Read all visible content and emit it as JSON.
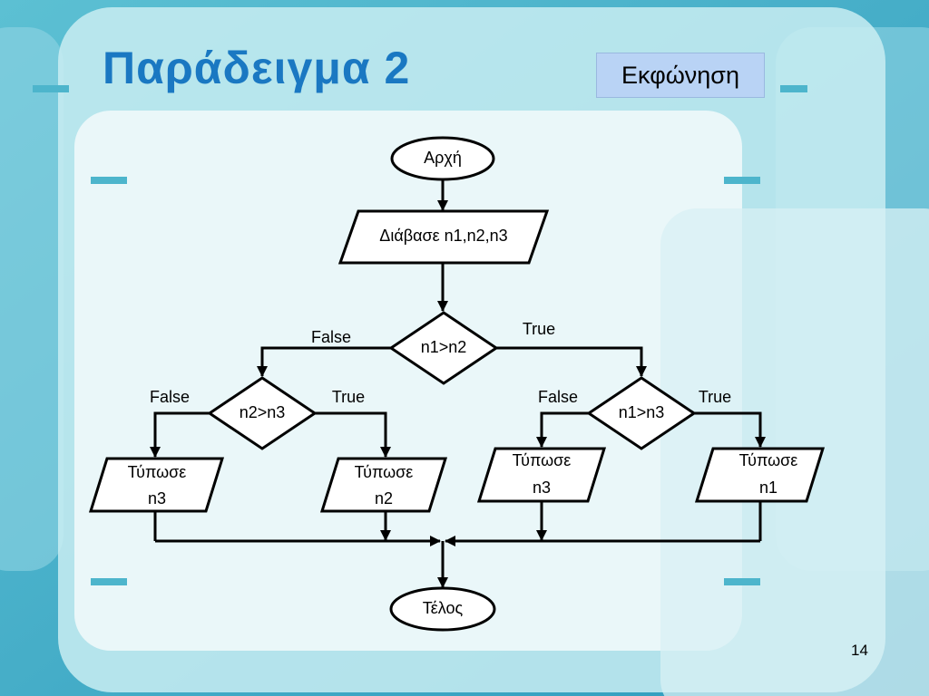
{
  "slide": {
    "title": "Παράδειγμα 2",
    "statement_button": "Εκφώνηση",
    "page_number": "14"
  },
  "flowchart": {
    "start": "Αρχή",
    "input": "Διάβασε n1,n2,n3",
    "decision_main": "n1>n2",
    "decision_left": "n2>n3",
    "decision_right": "n1>n3",
    "branch_false": "False",
    "branch_true": "True",
    "print_label": "Τύπωσε",
    "print_left_false": "n3",
    "print_left_true": "n2",
    "print_right_false": "n3",
    "print_right_true": "n1",
    "end": "Τέλος"
  },
  "colors": {
    "background": "#3aa6c4",
    "panel": "#e9f6f8",
    "title": "#1a78c2",
    "button": "#b9d3f5"
  }
}
